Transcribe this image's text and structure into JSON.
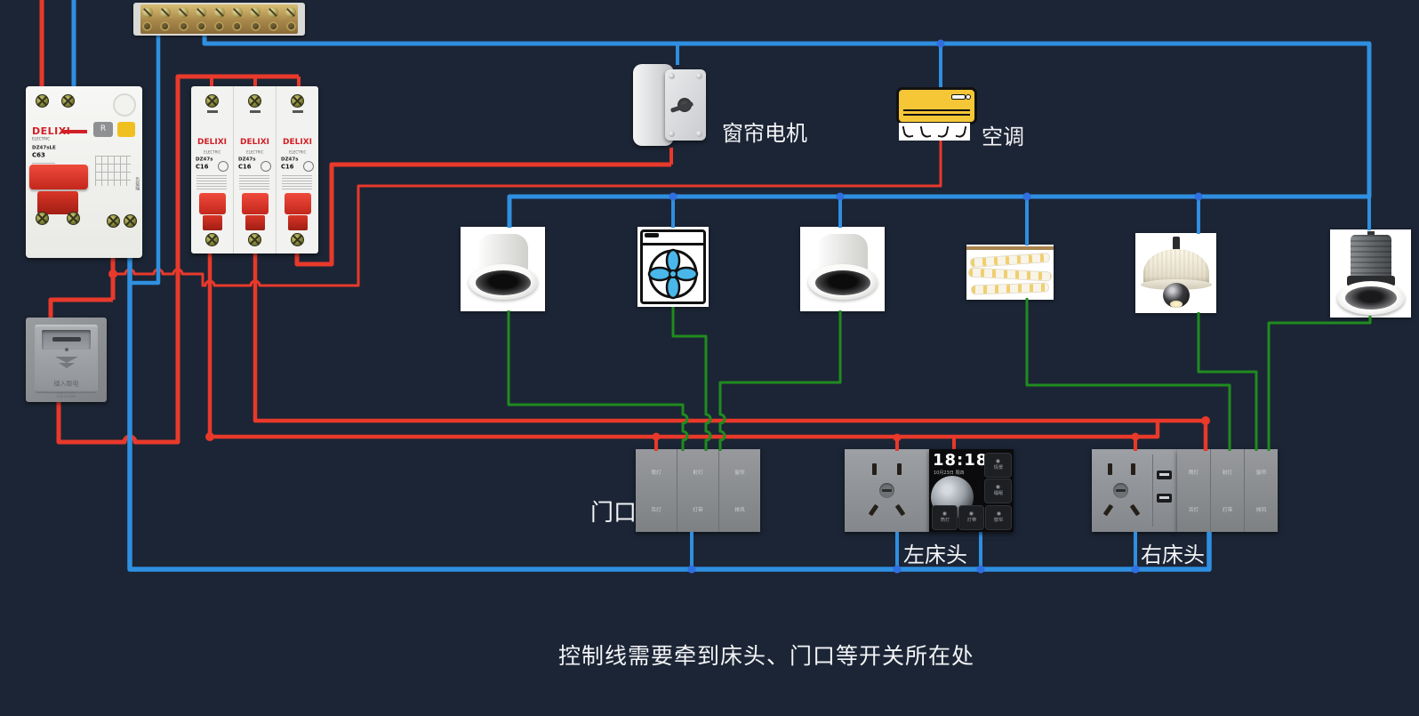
{
  "colors": {
    "background": "#1c2535",
    "live_wire": "#e8392b",
    "neutral_wire": "#2f8fe0",
    "control_wire": "#1f8c1f"
  },
  "caption": "控制线需要牵到床头、门口等开关所在处",
  "main_breaker": {
    "brand": "DELIXI",
    "series": "ELECTRIC",
    "model": "DZ47sLE",
    "rating": "C63",
    "reset_label": "R",
    "load_label": "负载端"
  },
  "branch_breakers": [
    {
      "brand": "DELIXI",
      "series": "ELECTRIC",
      "model": "DZ47s",
      "rating": "C16"
    },
    {
      "brand": "DELIXI",
      "series": "ELECTRIC",
      "model": "DZ47s",
      "rating": "C16"
    },
    {
      "brand": "DELIXI",
      "series": "ELECTRIC",
      "model": "DZ47s",
      "rating": "C16"
    }
  ],
  "card_switch": {
    "title": "插入取电",
    "subtitle": "INSERT KEY FOR POWER"
  },
  "devices": {
    "curtain_motor_label": "窗帘电机",
    "ac_label": "空调"
  },
  "panels": {
    "door": {
      "label": "门口",
      "buttons_top": [
        "筒灯",
        "射灯",
        "窗帘"
      ],
      "buttons_bottom": [
        "吊灯",
        "灯带",
        "排风"
      ]
    },
    "left_bedside": {
      "label": "左床头",
      "clock_time": "18:18",
      "clock_date": "10月23日 周四",
      "side_buttons": [
        {
          "icon": "◉",
          "label": "情景"
        },
        {
          "icon": "◉",
          "label": "睡眠"
        }
      ],
      "bottom_buttons": [
        {
          "icon": "◉",
          "label": "筒灯"
        },
        {
          "icon": "◉",
          "label": "灯带"
        },
        {
          "icon": "◉",
          "label": "窗帘"
        }
      ]
    },
    "right_bedside": {
      "label": "右床头",
      "buttons_top": [
        "筒灯",
        "射灯",
        "窗帘"
      ],
      "buttons_bottom": [
        "吊灯",
        "灯带",
        "排风"
      ]
    }
  }
}
